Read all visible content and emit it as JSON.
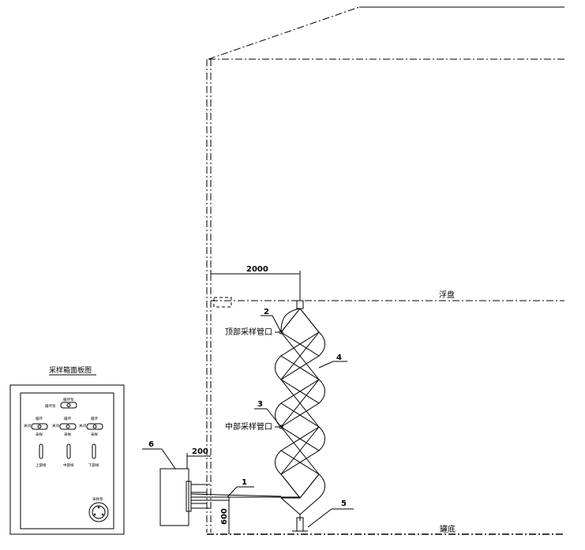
{
  "labels": {
    "floating_roof": "浮盘",
    "tank_bottom": "罐底",
    "top_port": "顶部采样管口",
    "mid_port": "中部采样管口",
    "panel_title": "采样箱面板图"
  },
  "dimensions": {
    "horizontal": "2000",
    "box_offset": "200",
    "height": "600"
  },
  "callouts": [
    "1",
    "2",
    "3",
    "4",
    "5",
    "6"
  ],
  "panel": {
    "top_label": "循环泵",
    "top_sub_label": "循环泵",
    "valves": [
      {
        "top": "循环",
        "left": "关闭",
        "bottom": "采样"
      },
      {
        "top": "循环",
        "left": "关闭",
        "bottom": "采样"
      },
      {
        "top": "循环",
        "left": "关闭",
        "bottom": "采样"
      }
    ],
    "samplers": [
      "上部样",
      "中部样",
      "下部样"
    ],
    "gauge_label": "采样泵"
  }
}
